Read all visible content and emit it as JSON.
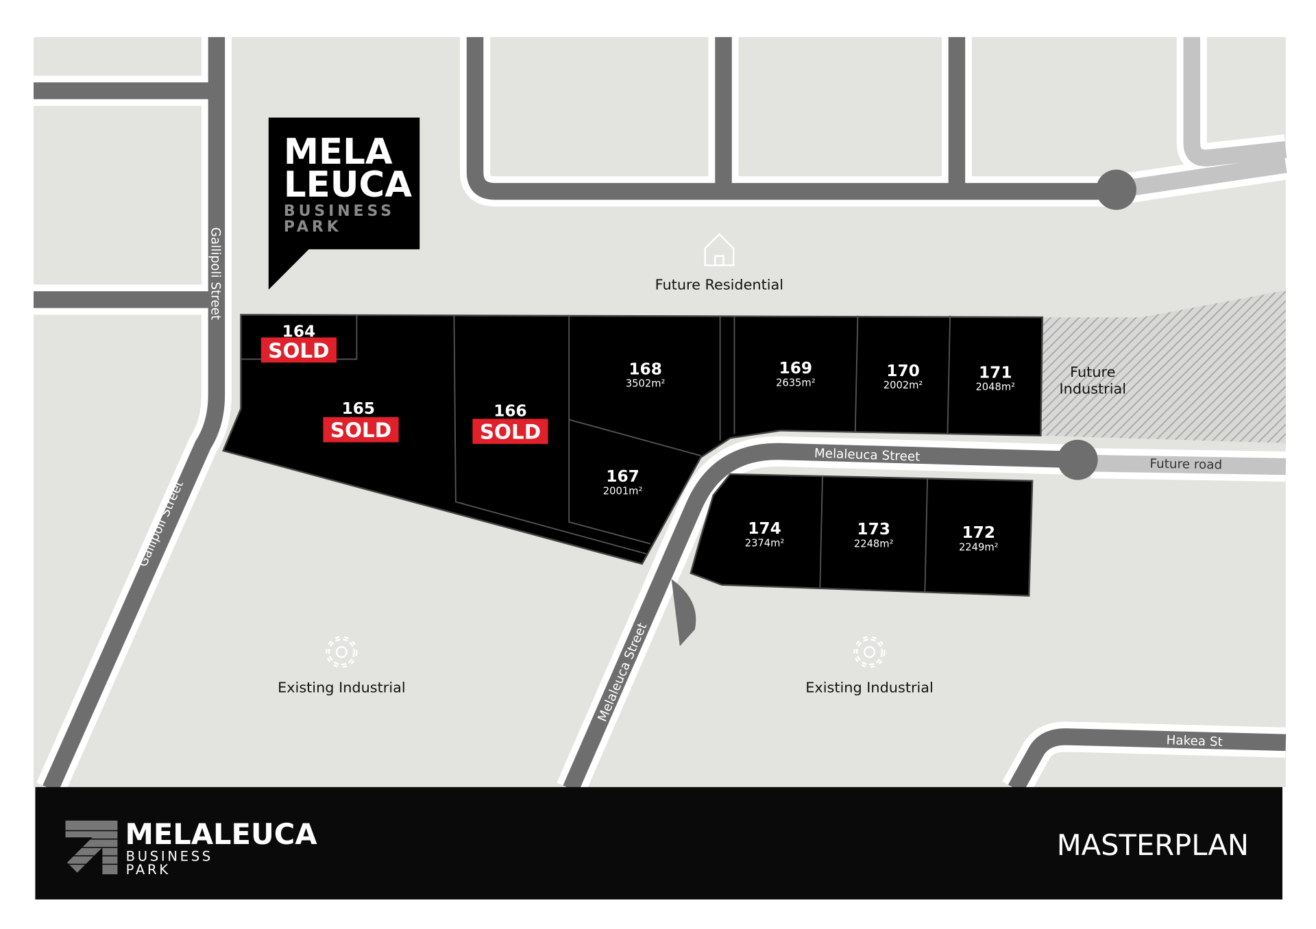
{
  "sign": {
    "line1": "MELA",
    "line2": "LEUCA",
    "line3": "BUSINESS",
    "line4": "PARK"
  },
  "zones": {
    "future_residential": "Future Residential",
    "future_industrial_1": "Future",
    "future_industrial_2": "Industrial",
    "existing_industrial_west": "Existing Industrial",
    "existing_industrial_east": "Existing Industrial"
  },
  "streets": {
    "gallipoli_north": "Gallipoli Street",
    "gallipoli_south": "Gallipoli Street",
    "melaleuca_east": "Melaleuca Street",
    "melaleuca_south": "Melaleuca Street",
    "future_road": "Future road",
    "hakea": "Hakea St"
  },
  "sold_label": "SOLD",
  "lots": {
    "l164": {
      "number": "164",
      "sold": true
    },
    "l165": {
      "number": "165",
      "sold": true
    },
    "l166": {
      "number": "166",
      "sold": true
    },
    "l167": {
      "number": "167",
      "area": "2001m²"
    },
    "l168": {
      "number": "168",
      "area": "3502m²"
    },
    "l169": {
      "number": "169",
      "area": "2635m²"
    },
    "l170": {
      "number": "170",
      "area": "2002m²"
    },
    "l171": {
      "number": "171",
      "area": "2048m²"
    },
    "l172": {
      "number": "172",
      "area": "2249m²"
    },
    "l173": {
      "number": "173",
      "area": "2248m²"
    },
    "l174": {
      "number": "174",
      "area": "2374m²"
    }
  },
  "footer": {
    "brand": "MELALEUCA",
    "brand_sub1": "BUSINESS",
    "brand_sub2": "PARK",
    "title": "MASTERPLAN"
  },
  "colors": {
    "lot": "#000000",
    "sold": "#e0202a",
    "road": "#6e6e6e",
    "ground": "#e3e3df",
    "future_road": "#c4c4c4"
  }
}
